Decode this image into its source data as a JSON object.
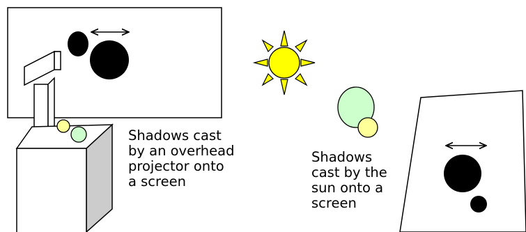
{
  "captions": {
    "projector": [
      "Shadows cast",
      "by an overhead",
      "projector onto",
      "a screen"
    ],
    "sun": [
      "Shadows",
      "cast by the",
      "sun onto a",
      "screen"
    ]
  },
  "colors": {
    "outline": "#000000",
    "shadow": "#000000",
    "sun_fill": "#ffff00",
    "small_ball": "#ffff99",
    "large_ball": "#ccffcc",
    "projector_side": "#cccccc",
    "background": "#ffffff"
  }
}
